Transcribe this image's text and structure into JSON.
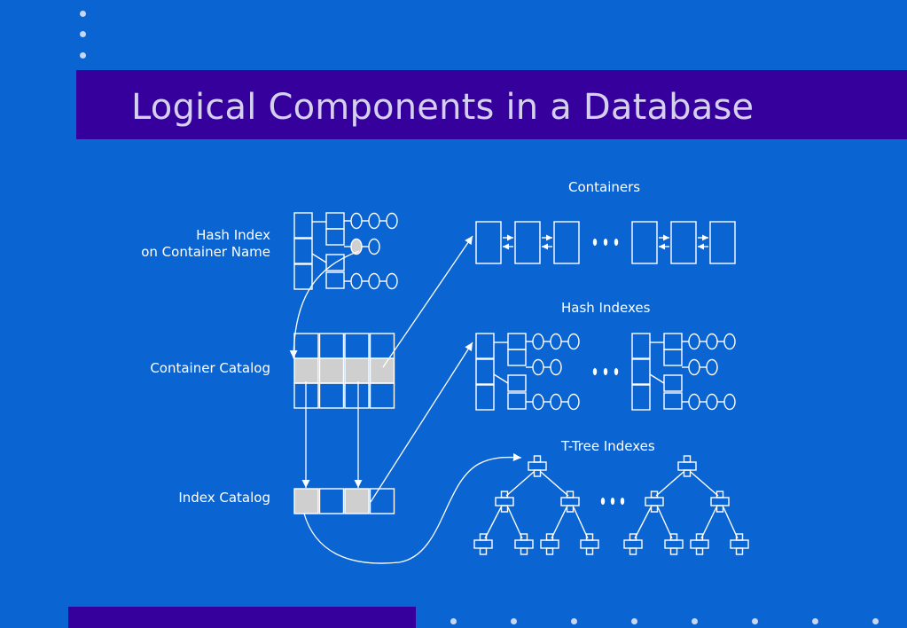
{
  "title": "Logical Components in a Database",
  "labels": {
    "hash_index_line1": "Hash Index",
    "hash_index_line2": "on Container Name",
    "container_catalog": "Container Catalog",
    "index_catalog": "Index Catalog",
    "containers": "Containers",
    "hash_indexes": "Hash Indexes",
    "ttree_indexes": "T-Tree Indexes"
  },
  "colors": {
    "background": "#0a64d2",
    "title_bar": "#36009c",
    "title_text": "#d4d0ee",
    "line": "#ffffff",
    "highlight_fill": "#cfcfcf"
  }
}
